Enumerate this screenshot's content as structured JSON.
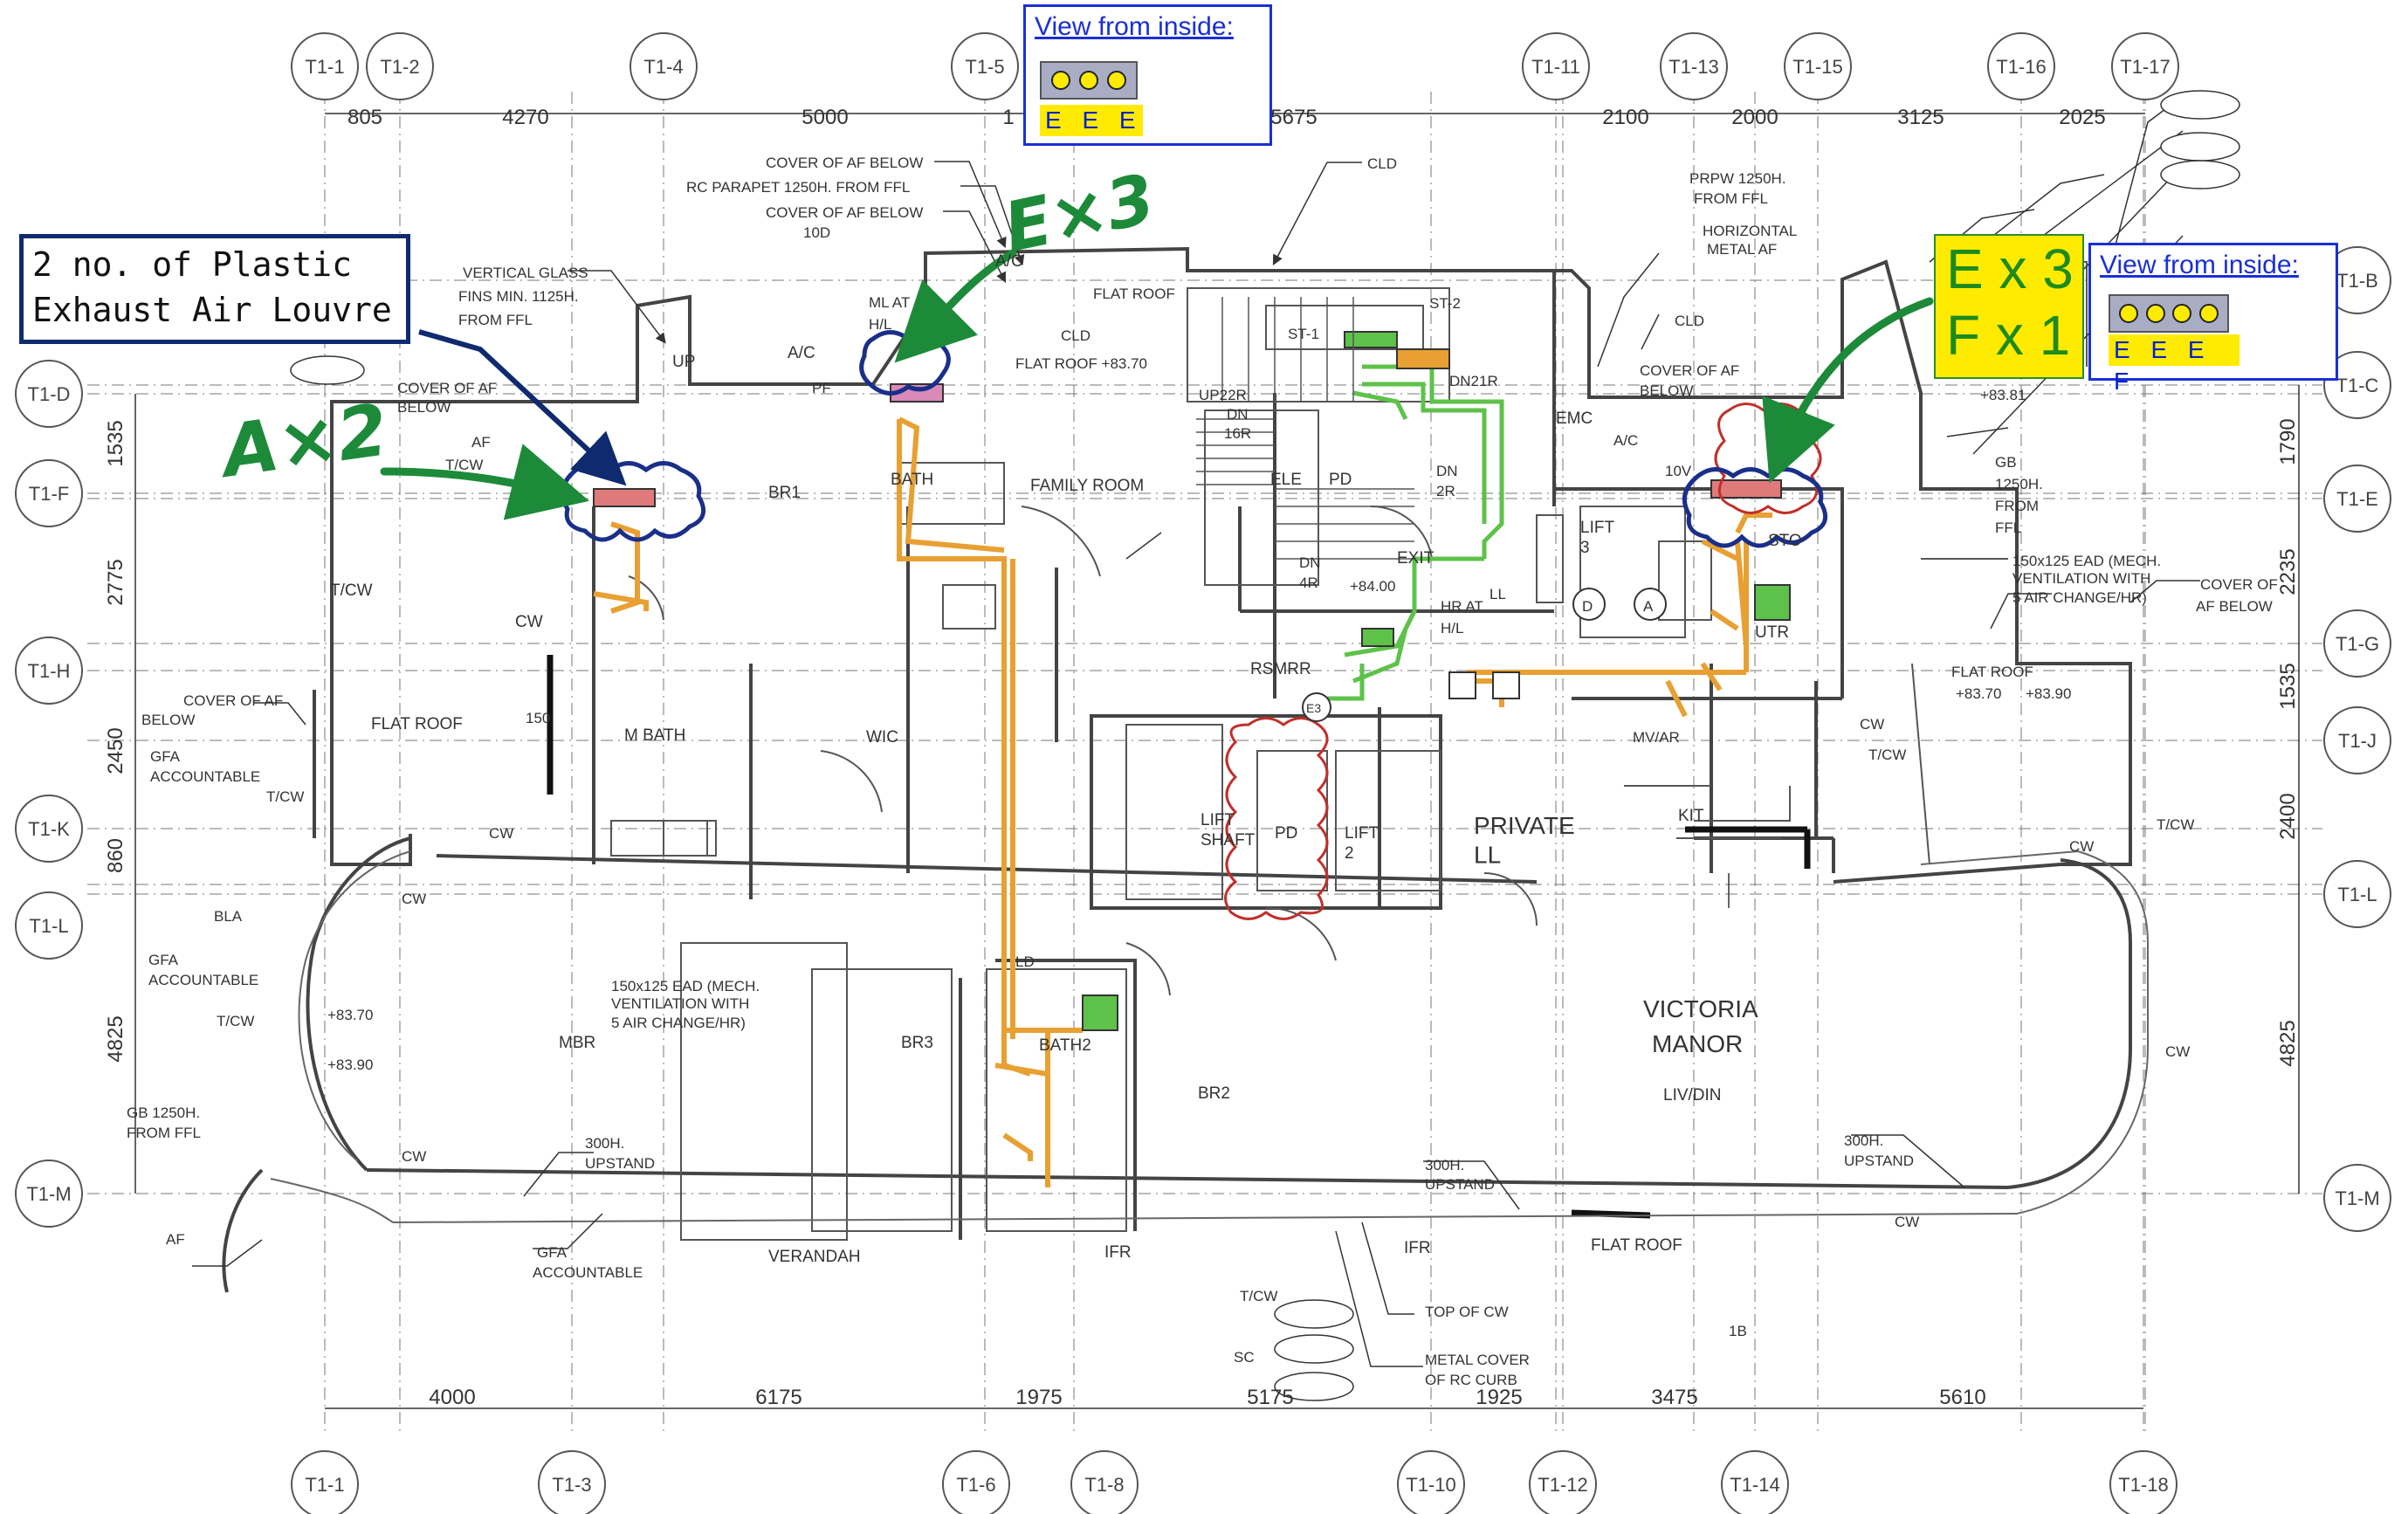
{
  "grid_labels": {
    "top": [
      "T1-1",
      "T1-2",
      "T1-4",
      "T1-5",
      "T1-11",
      "T1-13",
      "T1-15",
      "T1-16",
      "T1-17"
    ],
    "bottom": [
      "T1-1",
      "T1-3",
      "T1-6",
      "T1-8",
      "T1-10",
      "T1-12",
      "T1-14",
      "T1-18"
    ],
    "left": [
      "T1-D",
      "T1-F",
      "T1-H",
      "T1-K",
      "T1-L",
      "T1-M"
    ],
    "right": [
      "T1-B",
      "T1-C",
      "T1-E",
      "T1-G",
      "T1-J",
      "T1-L",
      "T1-M"
    ]
  },
  "dimensions": {
    "top": [
      "805",
      "4270",
      "5000",
      "1",
      "5675",
      "2100",
      "2000",
      "3125",
      "2025"
    ],
    "bottom": [
      "4000",
      "6175",
      "1975",
      "5175",
      "1925",
      "3475",
      "5610"
    ],
    "left": [
      "1535",
      "2775",
      "2450",
      "860",
      "4825"
    ],
    "right": [
      "1790",
      "2235",
      "1535",
      "2400",
      "4825"
    ]
  },
  "rooms": {
    "br1": "BR1",
    "family_room": "FAMILY ROOM",
    "bath": "BATH",
    "m_bath": "M BATH",
    "wic": "WIC",
    "flat_roof_left": "FLAT ROOF",
    "lift_shaft": "LIFT\nSHAFT",
    "pd": "PD",
    "lift2": "LIFT\n2",
    "private_ll": "PRIVATE\nLL",
    "kit": "KIT",
    "victoria": "VICTORIA",
    "manor": "MANOR",
    "livdin": "LIV/DIN",
    "mbr": "MBR",
    "br3": "BR3",
    "br2": "BR2",
    "verandah": "VERANDAH",
    "flat_roof_bottom": "FLAT ROOF",
    "ifr": "IFR",
    "ifr2": "IFR",
    "lift3": "LIFT\n3",
    "sto": "STO",
    "utr": "UTR",
    "rsmrr": "RSMRR",
    "ele": "ELE",
    "pd2": "PD",
    "emc": "EMC",
    "ac1": "A/C",
    "ac2": "A/C",
    "cw": "CW",
    "tcw": "T/CW",
    "up": "UP",
    "bath2": "BATH2",
    "exit": "EXIT"
  },
  "notes": {
    "cover_af_below_1": "COVER OF AF BELOW",
    "rc_parapet": "RC PARAPET 1250H. FROM FFL",
    "cover_af_below_2": "COVER OF AF BELOW",
    "ten_d": "10D",
    "vertical_glass": "VERTICAL GLASS",
    "fins_min": "FINS MIN. 1125H.",
    "from_ffl": "FROM FFL",
    "cover_of_af": "COVER OF AF",
    "below": "BELOW",
    "af": "AF",
    "ml_at": "ML AT",
    "hl": "H/L",
    "pf": "PF",
    "flat_roof_up": "FLAT ROOF",
    "cld1": "CLD",
    "cld2": "CLD",
    "flat_roof_83": "FLAT ROOF +83.70",
    "prpw": "PRPW 1250H.",
    "prpw_from": "FROM FFL",
    "horiz_metal": "HORIZONTAL",
    "metal_af": "METAL AF",
    "cover_of_af_r": "COVER OF AF",
    "below_r": "BELOW",
    "up22r": "UP22R",
    "dn16r": "DN",
    "sixteen_r": "16R",
    "dn21r": "DN21R",
    "st1": "ST-1",
    "st2": "ST-2",
    "ten_v": "10V",
    "ac_r": "A/C",
    "cld3": "CLD",
    "gb": "GB",
    "gb2": "1250H.",
    "gb3": "FROM",
    "gb4": "FFL",
    "ead_r1": "150x125 EAD (MECH.",
    "ead_r2": "VENTILATION WITH",
    "ead_r3": "5 AIR CHANGE/HR)",
    "cover_af_below_r1": "COVER OF",
    "cover_af_below_r2": "AF BELOW",
    "flat_roof_r": "FLAT ROOF",
    "plus_8370": "+83.70",
    "plus_8390": "+83.90",
    "plus_8381": "+83.81",
    "plus_8400": "+84.00",
    "cover_af_l1": "COVER OF AF",
    "cover_af_l2": "BELOW",
    "gfa1": "GFA",
    "gfa_acc1": "ACCOUNTABLE",
    "gfa2": "GFA",
    "gfa_acc2": "ACCOUNTABLE",
    "bla": "BLA",
    "gb_l1": "GB 1250H.",
    "gb_l2": "FROM FFL",
    "plus_8370_l": "+83.70",
    "plus_8390_l": "+83.90",
    "ead_m1": "150x125 EAD (MECH.",
    "ead_m2": "VENTILATION WITH",
    "ead_m3": "5 AIR CHANGE/HR)",
    "upstand_l1": "300H.",
    "upstand_l2": "UPSTAND",
    "upstand_m1": "300H.",
    "upstand_m2": "UPSTAND",
    "upstand_r1": "300H.",
    "upstand_r2": "UPSTAND",
    "gfa3": "GFA",
    "gfa_acc3": "ACCOUNTABLE",
    "af_l": "AF",
    "top_of_cw": "TOP OF CW",
    "metal_cover1": "METAL COVER",
    "metal_cover2": "OF RC CURB",
    "sc": "SC",
    "oneb": "1B",
    "hr_at": "HR AT",
    "hl2": "H/L",
    "ll": "LL",
    "dn2r": "DN",
    "two_r": "2R",
    "dn4r": "DN",
    "four_r": "4R",
    "mv_ar": "MV/AR",
    "one_fifty": "150",
    "ld": "LD",
    "tcw2": "T/CW",
    "tcw3": "T/CW",
    "tcw4": "T/CW",
    "tcw5": "T/CW",
    "tcw6": "T/CW",
    "tcw7": "T/CW",
    "cw2": "CW",
    "cw3": "CW",
    "cw4": "CW",
    "cw5": "CW",
    "cw6": "CW",
    "cw7": "CW",
    "circle_d": "D",
    "circle_a": "A",
    "circle_e3": "E3"
  },
  "annotations": {
    "callout_left_line1": "2 no. of Plastic",
    "callout_left_line2": "Exhaust Air Louvre",
    "hand_a2": "A×2",
    "hand_e3": "E×3",
    "yellow_line1": "E x 3",
    "yellow_line2": "F x 1",
    "view_top_title": "View from inside:",
    "view_top_letters": "E E E",
    "view_right_title": "View from inside:",
    "view_right_letters": "E E E F"
  },
  "colors": {
    "duct_orange": "#e8a033",
    "duct_green": "#5ec24a",
    "cloud_blue": "#1a2f8a",
    "cloud_red": "#c0302a",
    "arrow_green": "#1d8a3a",
    "callout_navy": "#0f2a6e",
    "view_blue": "#1a2fd6",
    "louvre_yellow": "#ffeb00"
  },
  "view_top_dots": 3,
  "view_right_dots": 4
}
